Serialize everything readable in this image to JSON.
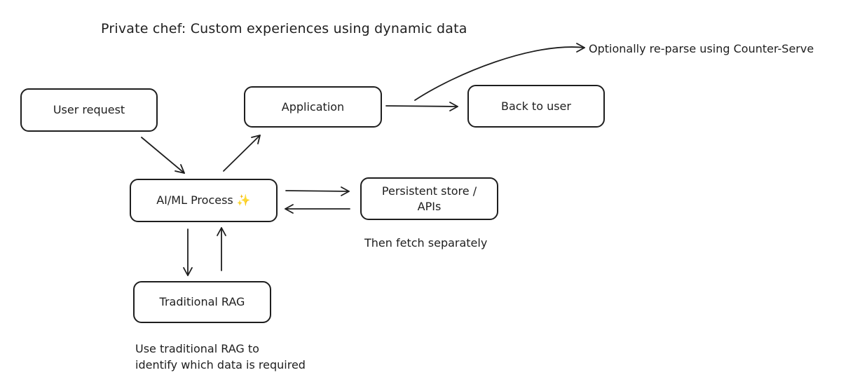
{
  "title": "Private chef: Custom experiences using dynamic data",
  "nodes": {
    "user_request": "User request",
    "application": "Application",
    "back_to_user": "Back to user",
    "ai_ml_process": "AI/ML Process",
    "ai_ml_sparkle": "✨",
    "persistent_store_line1": "Persistent store /",
    "persistent_store_line2": "APIs",
    "traditional_rag": "Traditional RAG"
  },
  "annotations": {
    "reparse": "Optionally re-parse using Counter-Serve",
    "fetch": "Then fetch separately",
    "rag_note_line1": "Use traditional RAG to",
    "rag_note_line2": "identify which data is required"
  },
  "icons": {
    "sparkle": "sparkles-icon"
  },
  "colors": {
    "ink": "#1e1e1e",
    "sparkle": "#e9b82c",
    "background": "#ffffff"
  }
}
